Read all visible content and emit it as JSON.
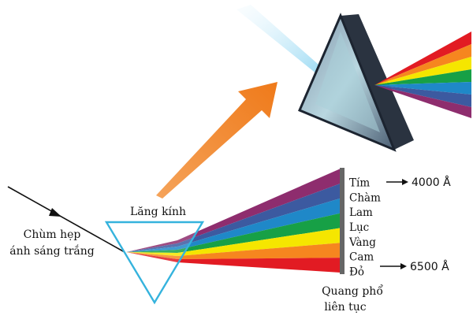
{
  "labels": {
    "incoming_beam": [
      "Chùm hẹp",
      "ánh sáng trắng"
    ],
    "prism": "Lăng kính",
    "spectrum": [
      "Quang phổ",
      "liên tục"
    ]
  },
  "spectrum_colors": [
    {
      "name": "Tím",
      "color": "#8e2d6e"
    },
    {
      "name": "Chàm",
      "color": "#3c5aa0"
    },
    {
      "name": "Lam",
      "color": "#1f88c8"
    },
    {
      "name": "Lục",
      "color": "#17a046"
    },
    {
      "name": "Vàng",
      "color": "#f5e600"
    },
    {
      "name": "Cam",
      "color": "#f6861f"
    },
    {
      "name": "Đỏ",
      "color": "#e21b23"
    }
  ],
  "wavelengths": {
    "violet": "4000 Å",
    "red": "6500 Å"
  },
  "colors": {
    "prism_outline": "#35b3dd",
    "arrow": "#f07d1e",
    "screen_bar": "#666666"
  }
}
